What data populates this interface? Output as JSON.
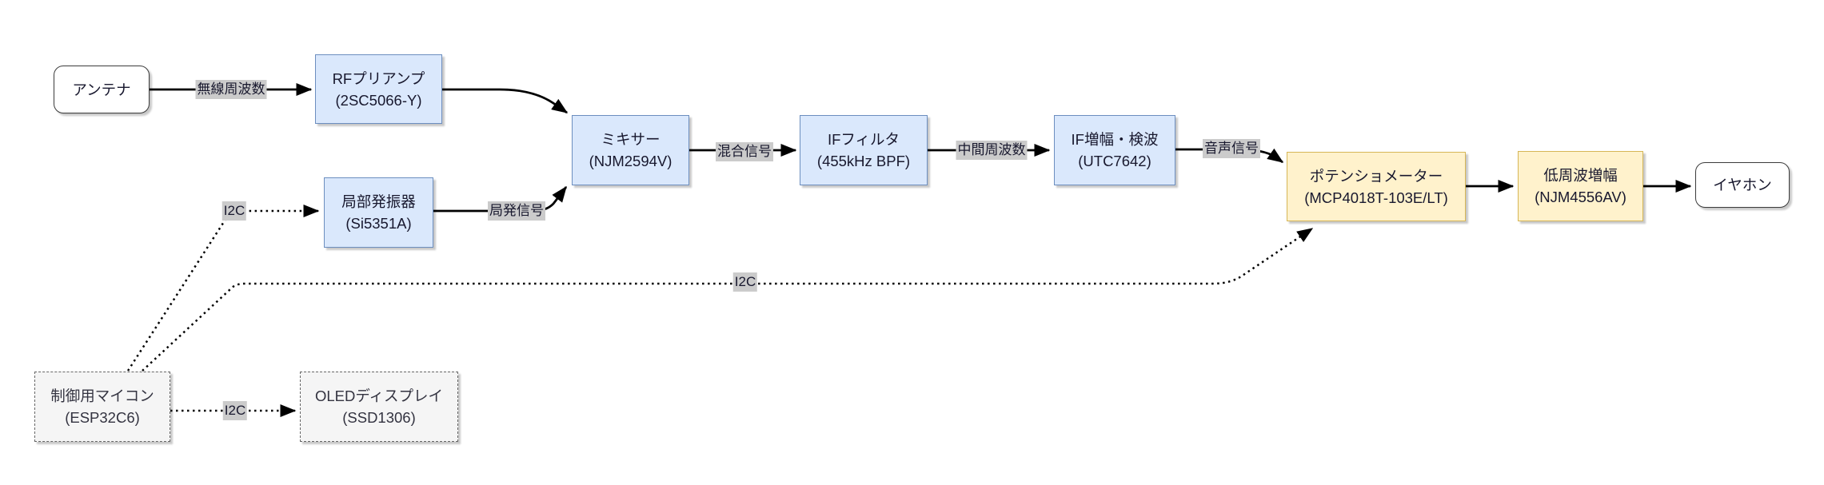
{
  "diagram": {
    "title": "radio-receiver-block-diagram",
    "nodes": {
      "antenna": {
        "label": "アンテナ",
        "sublabel": ""
      },
      "rf_preamp": {
        "label": "RFプリアンプ",
        "sublabel": "(2SC5066-Y)"
      },
      "local_osc": {
        "label": "局部発振器",
        "sublabel": "(Si5351A)"
      },
      "mixer": {
        "label": "ミキサー",
        "sublabel": "(NJM2594V)"
      },
      "if_filter": {
        "label": "IFフィルタ",
        "sublabel": "(455kHz BPF)"
      },
      "if_amp_det": {
        "label": "IF増幅・検波",
        "sublabel": "(UTC7642)"
      },
      "potentiometer": {
        "label": "ポテンショメーター",
        "sublabel": "(MCP4018T-103E/LT)"
      },
      "af_amp": {
        "label": "低周波増幅",
        "sublabel": "(NJM4556AV)"
      },
      "earphone": {
        "label": "イヤホン",
        "sublabel": ""
      },
      "mcu": {
        "label": "制御用マイコン",
        "sublabel": "(ESP32C6)"
      },
      "oled": {
        "label": "OLEDディスプレイ",
        "sublabel": "(SSD1306)"
      }
    },
    "edge_labels": {
      "rf": "無線周波数",
      "lo": "局発信号",
      "mixed": "混合信号",
      "if": "中間周波数",
      "audio": "音声信号",
      "i2c_osc": "I2C",
      "i2c_pot": "I2C",
      "i2c_oled": "I2C"
    },
    "colors": {
      "node_blue_fill": "#dae8fc",
      "node_blue_border": "#6c8ebf",
      "node_yellow_fill": "#fff2cc",
      "node_yellow_border": "#d6b656",
      "node_gray_fill": "#f5f5f5",
      "node_gray_border": "#666666",
      "white_node_border": "#3b3b3b",
      "edge_color": "#000000",
      "edge_label_bg": "#cbcbcb",
      "text_color": "#18182e"
    }
  }
}
